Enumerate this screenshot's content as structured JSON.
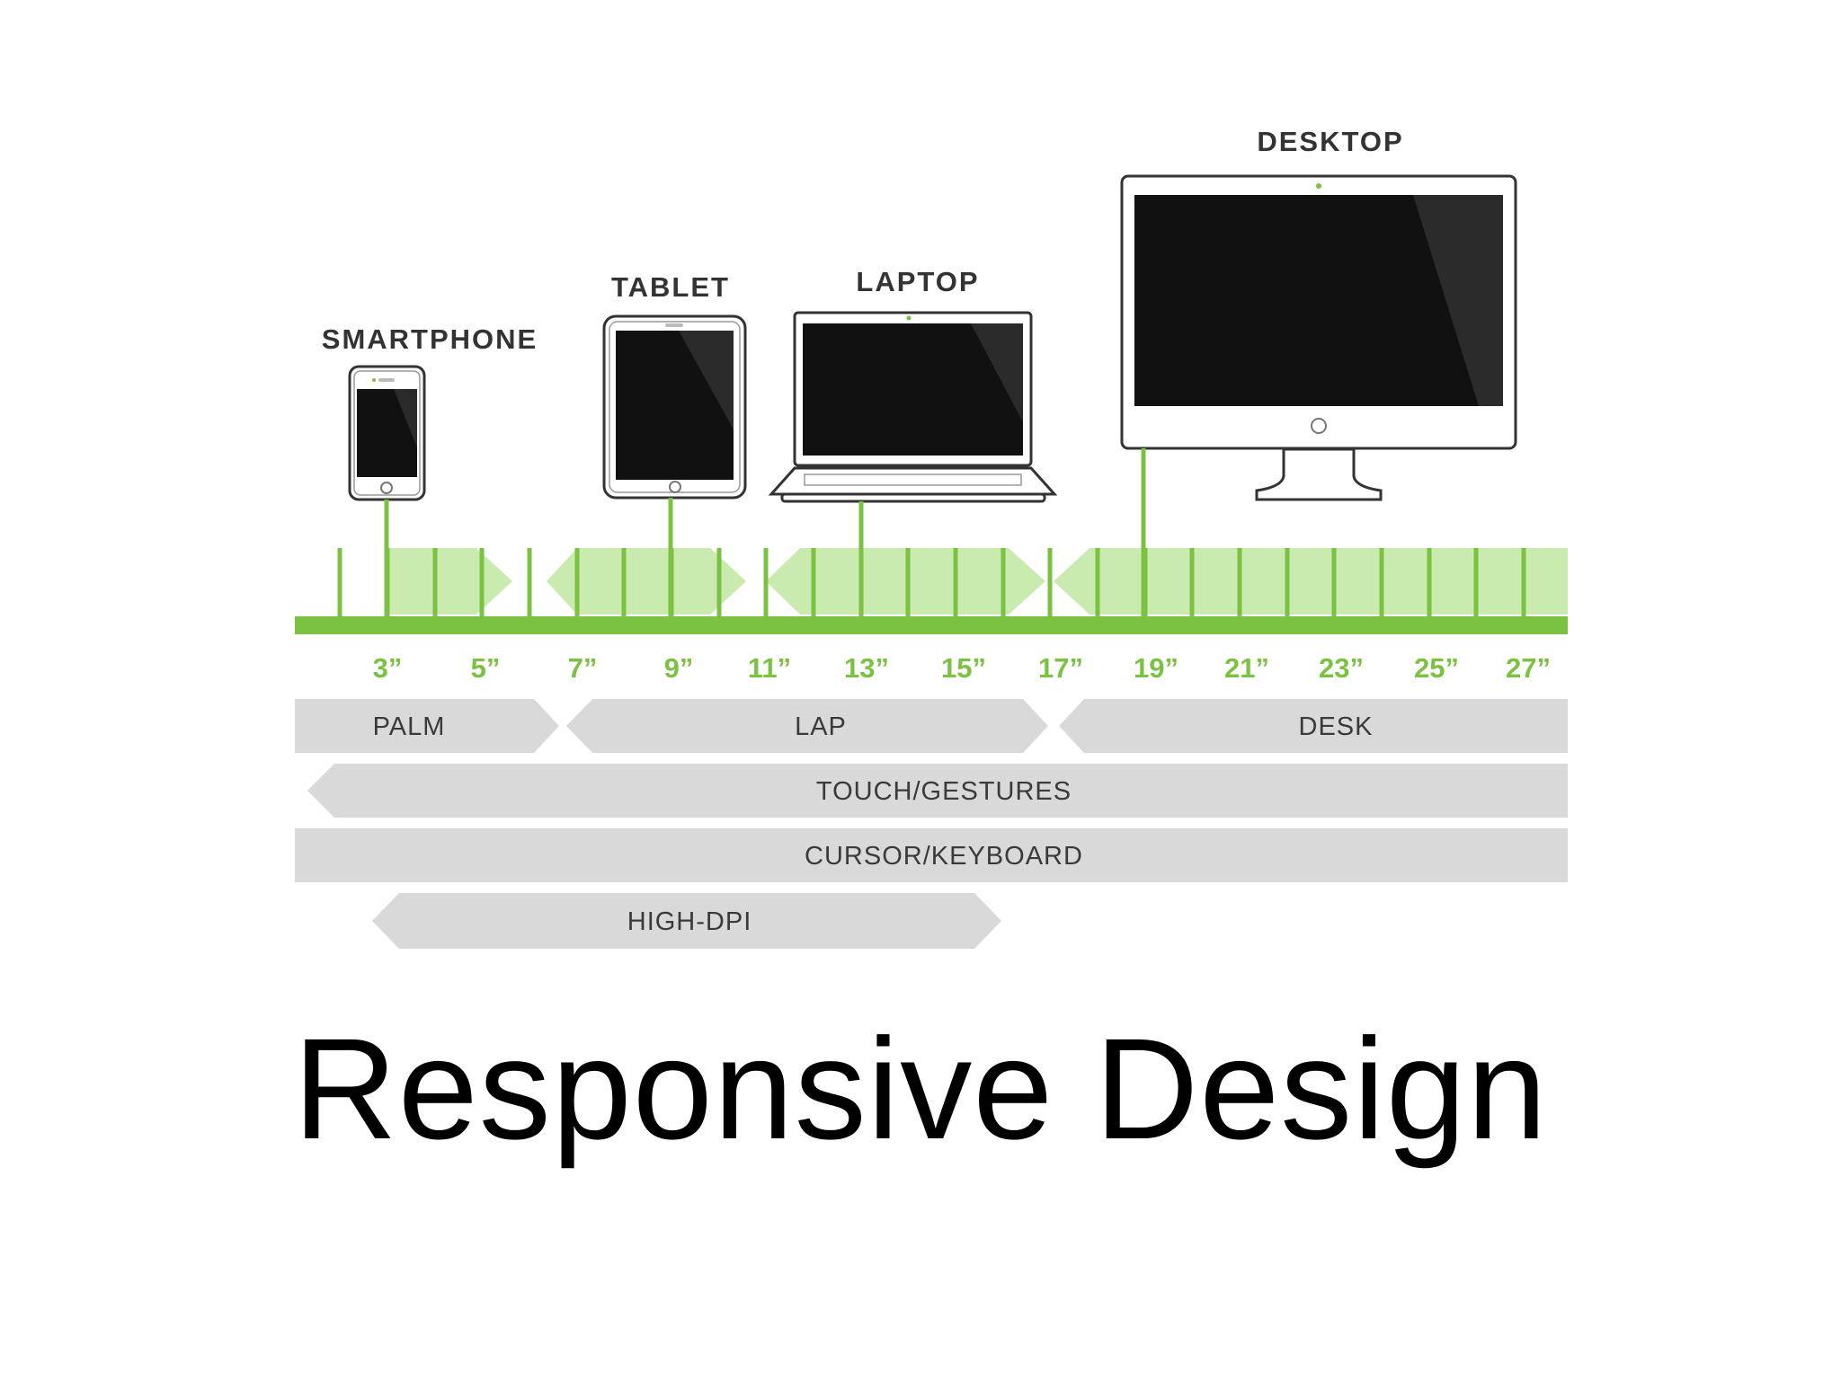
{
  "title": "Responsive Design",
  "colors": {
    "accent_green": "#7cc242",
    "light_green": "#c9ebb0",
    "band_gray": "#d9d9d9",
    "screen_black": "#111111"
  },
  "devices": [
    {
      "label": "SMARTPHONE",
      "icon": "smartphone-icon"
    },
    {
      "label": "TABLET",
      "icon": "tablet-icon"
    },
    {
      "label": "LAPTOP",
      "icon": "laptop-icon"
    },
    {
      "label": "DESKTOP",
      "icon": "desktop-icon"
    }
  ],
  "scale": {
    "unit": "\"",
    "tick_labels": [
      "3”",
      "5”",
      "7”",
      "9”",
      "11”",
      "13”",
      "15”",
      "17”",
      "19”",
      "21”",
      "23”",
      "25”",
      "27”"
    ]
  },
  "bands": [
    {
      "label": "PALM"
    },
    {
      "label": "LAP"
    },
    {
      "label": "DESK"
    },
    {
      "label": "TOUCH/GESTURES"
    },
    {
      "label": "CURSOR/KEYBOARD"
    },
    {
      "label": "HIGH-DPI"
    }
  ]
}
